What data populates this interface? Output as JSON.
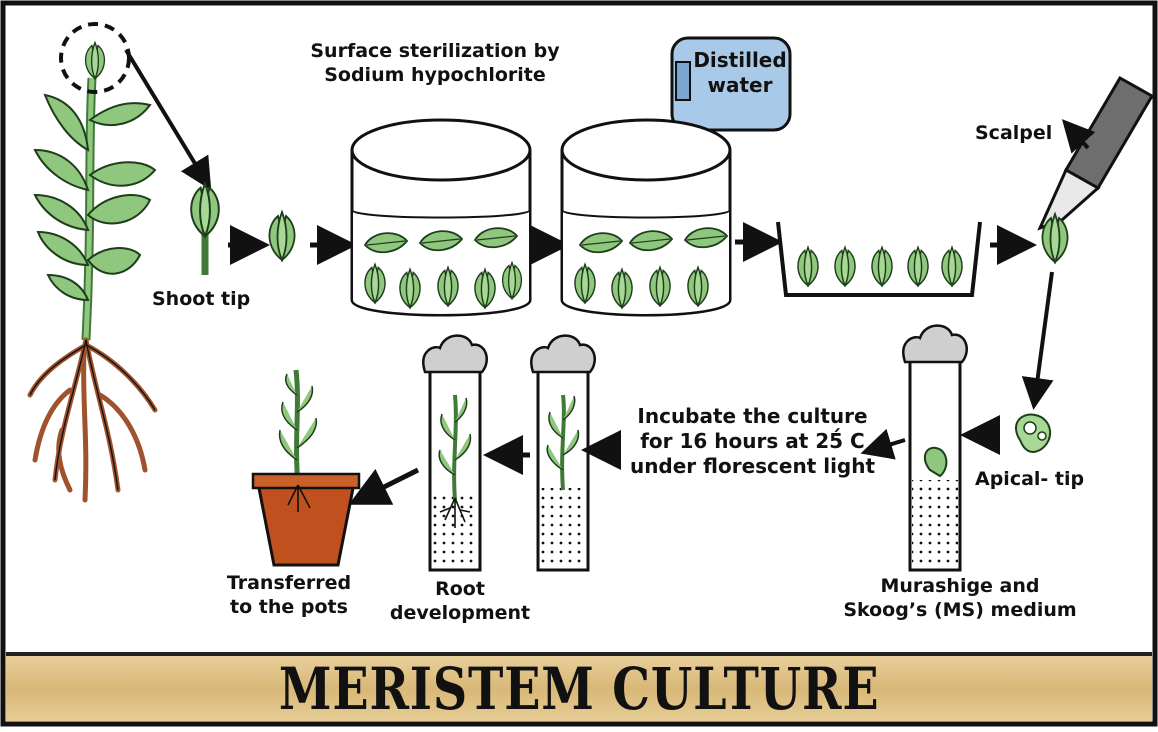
{
  "labels": {
    "surface_sterilization": "Surface sterilization by\nSodium hypochlorite",
    "distilled_water": "Distilled\nwater",
    "scalpel": "Scalpel",
    "shoot_tip": "Shoot tip",
    "incubate": "Incubate the culture\nfor 16 hours at 25́ C\nunder florescent light",
    "apical_tip": "Apical- tip",
    "transferred": "Transferred\nto the pots",
    "root_development": "Root\ndevelopment",
    "ms_medium": "Murashige and\nSkoog’s (MS) medium"
  },
  "title": "MERISTEM CULTURE",
  "colors": {
    "leaf": "#8fc77e",
    "leaf_dark": "#3f7a36",
    "root": "#a0522d",
    "pot": "#c0501e",
    "cap": "#cfcfcf",
    "bottle": "#a9c9e8",
    "banner": "#dcbf82"
  }
}
